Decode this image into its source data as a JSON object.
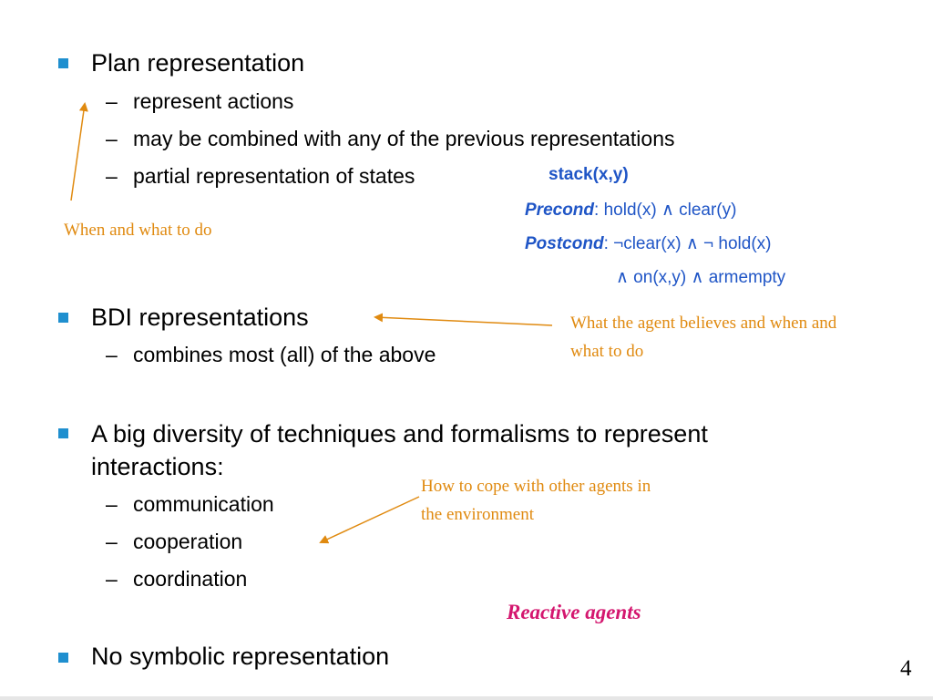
{
  "slide": {
    "bullets": [
      {
        "text": "Plan representation",
        "subitems": [
          "represent actions",
          "may be combined with any of the previous representations",
          "partial representation of states"
        ]
      },
      {
        "text": "BDI representations",
        "subitems": [
          "combines most (all) of the above"
        ]
      },
      {
        "text": "A big diversity of techniques and formalisms to represent interactions:",
        "subitems": [
          "communication",
          "cooperation",
          "coordination"
        ]
      },
      {
        "text": "No symbolic representation",
        "subitems": []
      }
    ],
    "dash": "–",
    "action_schema": {
      "name": "stack(x,y)",
      "precond_label": "Precond",
      "precond_text": ": hold(x) ∧ clear(y)",
      "postcond_label": "Postcond",
      "postcond_text": ": ¬clear(x) ∧ ¬ hold(x)",
      "postcond_cont": "∧ on(x,y) ∧ armempty"
    },
    "notes": {
      "plan": "When and what to do",
      "bdi": "What the agent believes and when and what to do",
      "interactions": "How to cope with other agents in the environment"
    },
    "reactive_label": "Reactive agents",
    "page_number": "4",
    "colors": {
      "bullet": "#1f8fcf",
      "schema_text": "#1f55c6",
      "annotation": "#e08a10",
      "reactive": "#d4176f"
    }
  }
}
